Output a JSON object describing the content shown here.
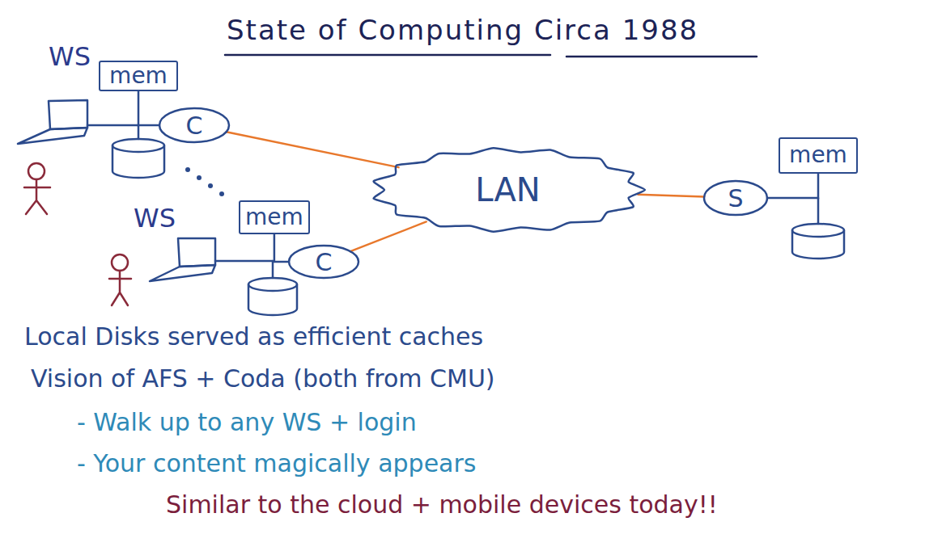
{
  "diagram": {
    "title": "State of Computing Circa 1988",
    "nodes": [
      {
        "text": [
          "mem"
        ]
      },
      {
        "text": [
          "C"
        ]
      },
      {
        "text": [
          "mem"
        ]
      },
      {
        "text": [
          "LAN"
        ]
      },
      {
        "text": [
          "S"
        ]
      },
      {
        "text": [
          "mem"
        ]
      },
      {
        "text": [
          "C"
        ]
      }
    ],
    "edges": [
      {
        "from": 0,
        "to": 1,
        "arrow": "none"
      },
      {
        "from": 1,
        "to": 3,
        "arrow": "none"
      },
      {
        "from": 6,
        "to": 3,
        "arrow": "none"
      },
      {
        "from": 3,
        "to": 4,
        "arrow": "none"
      },
      {
        "from": 2,
        "to": 4,
        "arrow": "none"
      },
      {
        "from": 5,
        "to": 6,
        "arrow": "none"
      }
    ],
    "labels": [
      "WS",
      "WS",
      "Local Disks served as efficient caches",
      "Vision of AFS + Coda (both from CMU)",
      "- Walk up to any WS + login",
      "- Your content magically appears",
      "Similar to the cloud + mobile devices today!!"
    ]
  }
}
